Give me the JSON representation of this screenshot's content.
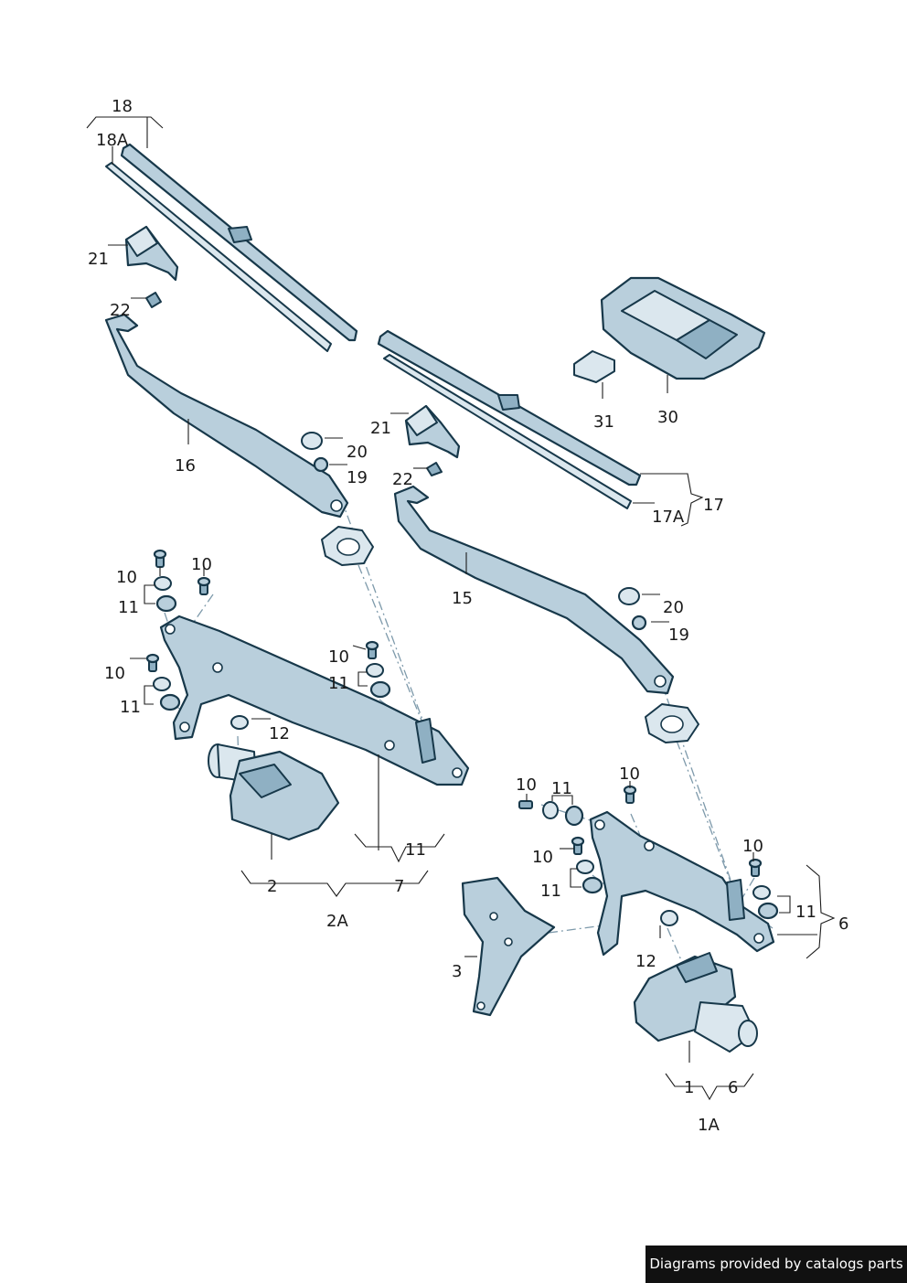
{
  "labels": {
    "l18": "18",
    "l18a": "18A",
    "l21a": "21",
    "l22a": "22",
    "l16": "16",
    "l20a": "20",
    "l19a": "19",
    "l21b": "21",
    "l22b": "22",
    "l17": "17",
    "l17a": "17A",
    "l15": "15",
    "l20b": "20",
    "l19b": "19",
    "l31": "31",
    "l30": "30",
    "l10a": "10",
    "l10b": "10",
    "l11a": "11",
    "l10c": "10",
    "l11b": "11",
    "l10d": "10",
    "l11c": "11",
    "l12a": "12",
    "l2": "2",
    "l7": "7",
    "l11d": "11",
    "l2a": "2A",
    "l10e": "10",
    "l11e": "11",
    "l10f": "10",
    "l10g": "10",
    "l11f": "11",
    "l10h": "10",
    "l11g": "11",
    "l6a": "6",
    "l12b": "12",
    "l3": "3",
    "l1": "1",
    "l6b": "6",
    "l1a": "1A"
  },
  "footer": {
    "text": "Diagrams provided by catalogs parts"
  }
}
